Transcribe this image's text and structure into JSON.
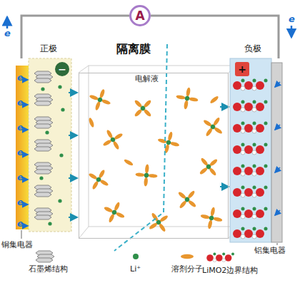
{
  "diagram": {
    "nodes": [
      {
        "text": [
          "A"
        ]
      },
      {
        "text": [
          "正极"
        ]
      },
      {
        "text": [
          "−"
        ],
        "in": 1
      },
      {
        "text": [
          "负极"
        ]
      },
      {
        "text": [
          "+"
        ],
        "in": 3
      },
      {
        "text": [
          "电解液"
        ]
      }
    ],
    "edges": [
      {
        "from": 0,
        "to": 1,
        "arrow": "none"
      },
      {
        "from": 0,
        "to": 3,
        "arrow": "none"
      }
    ],
    "labels": [
      "e",
      "e",
      "隔离膜",
      "e",
      "e",
      "e",
      "e",
      "e",
      "e",
      "e",
      "铜集电器",
      "铝集电器"
    ],
    "legend": [
      {
        "text": "石墨烯结构"
      },
      {
        "text": "Li⁺"
      },
      {
        "text": "溶剂分子"
      },
      {
        "text": "LiMO2边界结构"
      }
    ]
  }
}
